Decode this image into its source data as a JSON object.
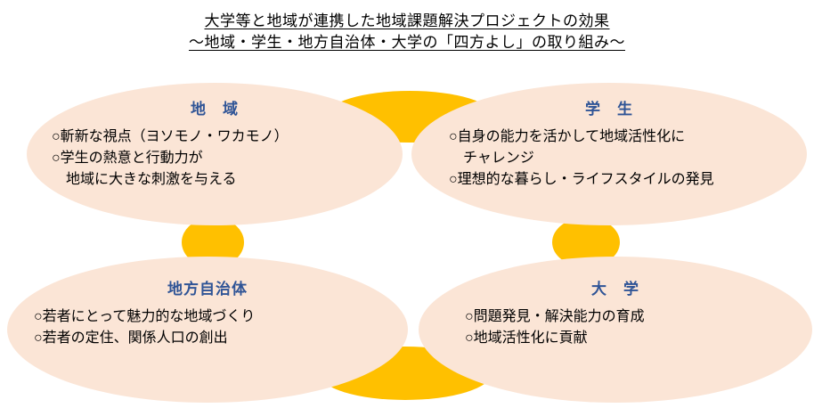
{
  "title": {
    "line1": "大学等と地域が連携した地域課題解決プロジェクトの効果",
    "line2": "～地域・学生・地方自治体・大学の「四方よし」の取り組み～"
  },
  "colors": {
    "bubble_fill": "#fbe5d6",
    "connector_fill": "#ffc000",
    "header_text": "#2f5496",
    "body_text": "#000000"
  },
  "groups": [
    {
      "id": "region",
      "header": "地　域",
      "lines": [
        "○斬新な視点（ヨソモノ・ワカモノ）",
        "○学生の熱意と行動力が",
        "　地域に大きな刺激を与える"
      ]
    },
    {
      "id": "student",
      "header": "学　生",
      "lines": [
        "○自身の能力を活かして地域活性化に",
        "　チャレンジ",
        "○理想的な暮らし・ライフスタイルの発見"
      ]
    },
    {
      "id": "local-government",
      "header": "地方自治体",
      "lines": [
        "○若者にとって魅力的な地域づくり",
        "○若者の定住、関係人口の創出"
      ]
    },
    {
      "id": "university",
      "header": "大　学",
      "lines": [
        "○問題発見・解決能力の育成",
        "○地域活性化に貢献"
      ]
    }
  ]
}
